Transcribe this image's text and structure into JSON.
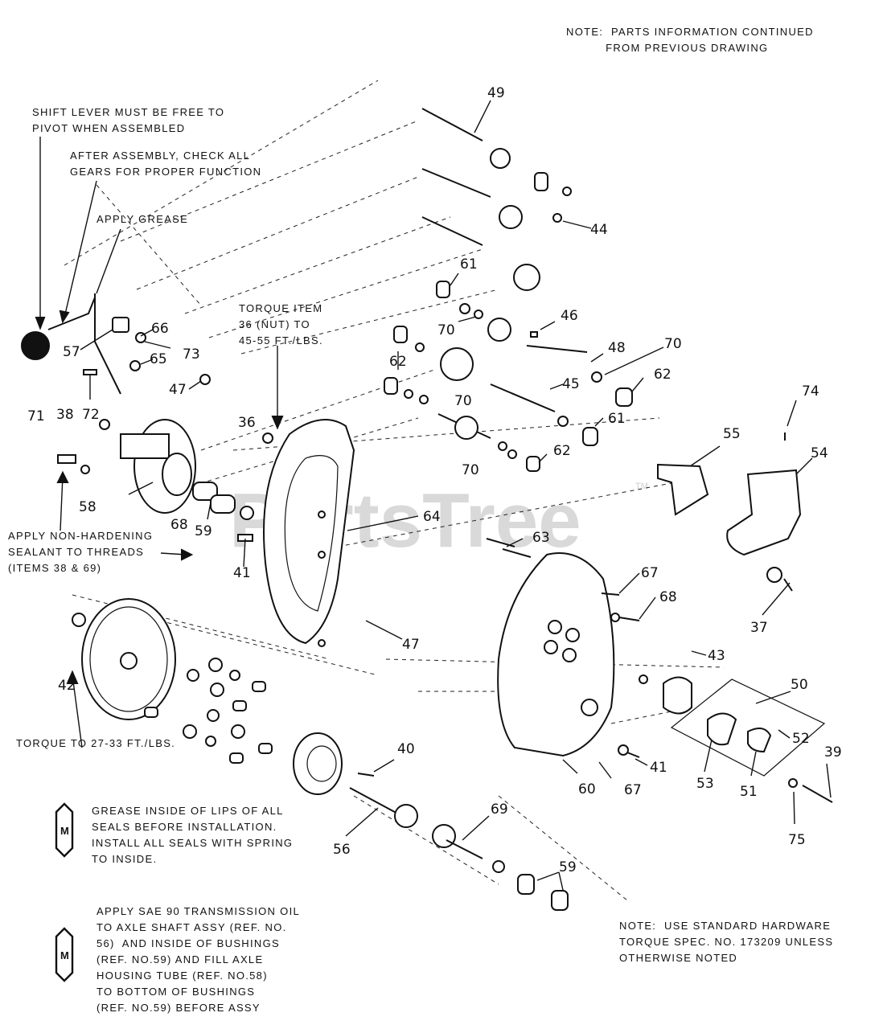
{
  "notes": {
    "parts_info": "NOTE:  PARTS INFORMATION CONTINUED\n          FROM PREVIOUS DRAWING",
    "shift_lever": "SHIFT LEVER MUST BE FREE TO\nPIVOT WHEN ASSEMBLED",
    "check_gears": "AFTER ASSEMBLY, CHECK ALL\nGEARS FOR PROPER FUNCTION",
    "apply_grease": "APPLY GREASE",
    "torque_36": "TORQUE ITEM\n36 (NUT) TO\n45-55 FT./LBS.",
    "sealant": "APPLY NON-HARDENING\nSEALANT TO THREADS\n(ITEMS 38 & 69)",
    "torque_42": "TORQUE TO 27-33 FT./LBS.",
    "grease_seals": "GREASE INSIDE OF LIPS OF ALL\nSEALS BEFORE INSTALLATION.\nINSTALL ALL SEALS WITH SPRING\nTO INSIDE.",
    "sae90": "APPLY SAE 90 TRANSMISSION OIL\nTO AXLE SHAFT ASSY (REF. NO.\n56)  AND INSIDE OF BUSHINGS\n(REF. NO.59) AND FILL AXLE\nHOUSING TUBE (REF. NO.58)\nTO BOTTOM OF BUSHINGS\n(REF. NO.59) BEFORE ASSY",
    "hardware": "NOTE:  USE STANDARD HARDWARE\nTORQUE SPEC. NO. 173209 UNLESS\nOTHERWISE NOTED"
  },
  "marker_letter": "M",
  "watermark": "PartsTree",
  "trademark": "TM",
  "part_numbers": {
    "p49": "49",
    "p44": "44",
    "p61a": "61",
    "p46": "46",
    "p70a": "70",
    "p48": "48",
    "p70b": "70",
    "p62a": "62",
    "p45": "45",
    "p62b": "62",
    "p70c": "70",
    "p61b": "61",
    "p62c": "62",
    "p70d": "70",
    "p74": "74",
    "p55": "55",
    "p54": "54",
    "p66": "66",
    "p73": "73",
    "p65": "65",
    "p57": "57",
    "p72": "72",
    "p47a": "47",
    "p71": "71",
    "p38": "38",
    "p36": "36",
    "p64": "64",
    "p63": "63",
    "p58": "58",
    "p59a": "59",
    "p68a": "68",
    "p41a": "41",
    "p67a": "67",
    "p68b": "68",
    "p37": "37",
    "p47b": "47",
    "p43": "43",
    "p50": "50",
    "p42": "42",
    "p52": "52",
    "p39": "39",
    "p40": "40",
    "p60": "60",
    "p67b": "67",
    "p41b": "41",
    "p53": "53",
    "p51": "51",
    "p75": "75",
    "p56": "56",
    "p69": "69",
    "p59b": "59"
  }
}
